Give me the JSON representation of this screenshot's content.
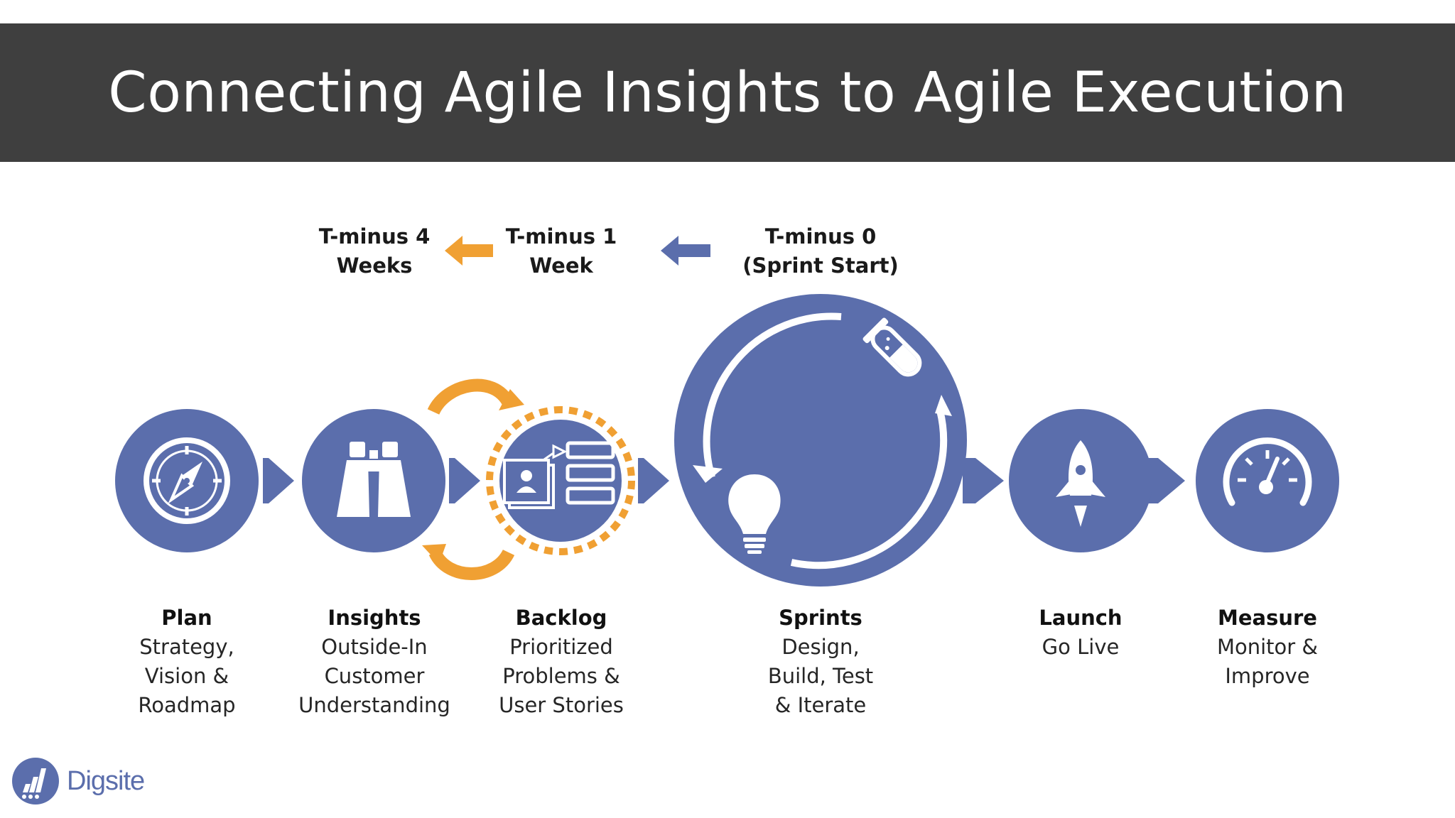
{
  "title": "Connecting Agile Insights to Agile Execution",
  "colors": {
    "stage_blue": "#5b6eac",
    "accent_orange": "#f0a033",
    "title_bar": "#3f3f3f"
  },
  "timeline": [
    {
      "line1": "T-minus 4",
      "line2": "Weeks"
    },
    {
      "line1": "T-minus 1",
      "line2": "Week"
    },
    {
      "line1": "T-minus 0",
      "line2": "(Sprint Start)"
    }
  ],
  "timeline_arrows": [
    {
      "color": "#f0a033",
      "direction": "left"
    },
    {
      "color": "#5b6eac",
      "direction": "left"
    }
  ],
  "stages": [
    {
      "name": "Plan",
      "icon": "compass-icon",
      "desc": [
        "Strategy,",
        "Vision &",
        "Roadmap"
      ]
    },
    {
      "name": "Insights",
      "icon": "binoculars-icon",
      "desc": [
        "Outside-In",
        "Customer",
        "Understanding"
      ]
    },
    {
      "name": "Backlog",
      "icon": "backlog-board-icon",
      "desc": [
        "Prioritized",
        "Problems &",
        "User Stories"
      ]
    },
    {
      "name": "Sprints",
      "icon": "cycle-icon",
      "desc": [
        "Design,",
        "Build, Test",
        "& Iterate"
      ]
    },
    {
      "name": "Launch",
      "icon": "rocket-icon",
      "desc": [
        "Go Live"
      ]
    },
    {
      "name": "Measure",
      "icon": "gauge-icon",
      "desc": [
        "Monitor &",
        "Improve"
      ]
    }
  ],
  "logo": {
    "text": "Digsite",
    "mark": "digsite-logo-icon"
  }
}
